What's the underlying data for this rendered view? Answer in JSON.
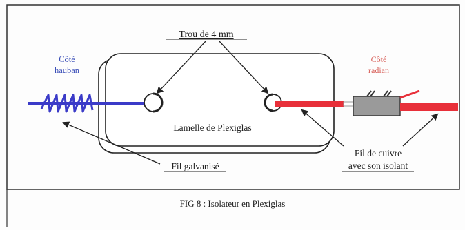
{
  "diagram": {
    "labels": {
      "hole_label": "Trou de 4 mm",
      "left_side_line1": "Côté",
      "left_side_line2": "hauban",
      "right_side_line1": "Côté",
      "right_side_line2": "radian",
      "plate_label": "Lamelle de Plexiglas",
      "galvanized_wire": "Fil galvanisé",
      "copper_wire_line1": "Fil de cuivre",
      "copper_wire_line2": "avec son isolant"
    },
    "colors": {
      "blue_wire": "#3b3bc8",
      "red_wire": "#e8303a",
      "left_label": "#3b4fb8",
      "right_label": "#d8605a",
      "insulator_body": "#9a9a9a",
      "outline": "#222222"
    }
  },
  "caption": {
    "text": "FIG 8 : Isolateur en Plexiglas"
  }
}
